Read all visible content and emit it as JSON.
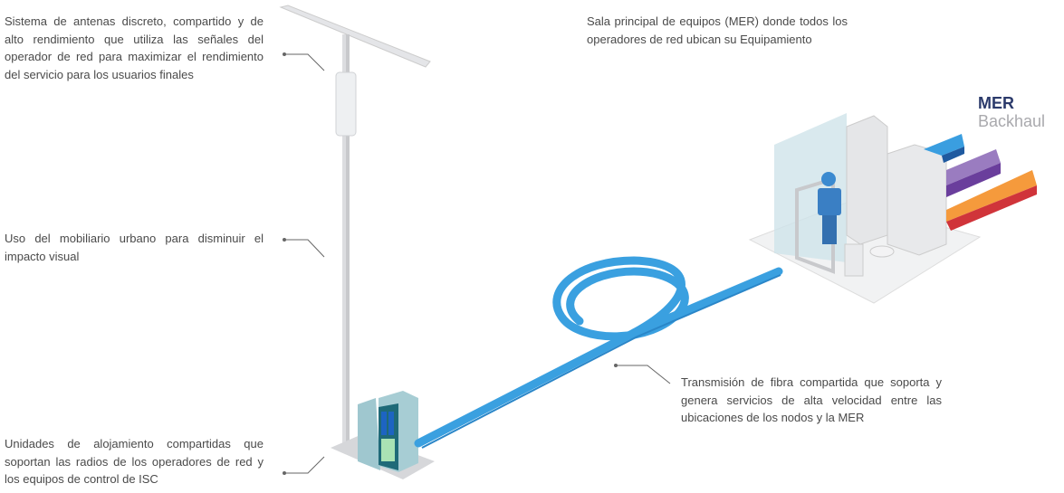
{
  "labels": {
    "antenna_system": "Sistema de antenas discreto, compartido y de alto rendimiento que utiliza las señales del operador de red para maximizar el rendimiento del servicio para los usuarios finales",
    "urban_furniture": "Uso del mobiliario urbano para disminuir el impacto visual",
    "housing_units": "Unidades de alojamiento compartidas que soportan las radios de los operadores de red y los equipos de control de ISC",
    "main_room": "Sala principal de equipos (MER) donde todos los operadores de red ubican su Equipamiento",
    "fiber": "Transmisión de fibra compartida que soporta y genera servicios de alta velocidad entre las ubicaciones de los nodos y la MER"
  },
  "legend": {
    "mer": "MER",
    "backhaul": "Backhaul"
  },
  "colors": {
    "fiber": "#3aa0e0",
    "arrow_blue": "#3a9ee0",
    "arrow_purple": "#8a5cb0",
    "arrow_orange": "#f59a3c",
    "arrow_red": "#d0343a",
    "mer_text": "#2b3a6b"
  }
}
